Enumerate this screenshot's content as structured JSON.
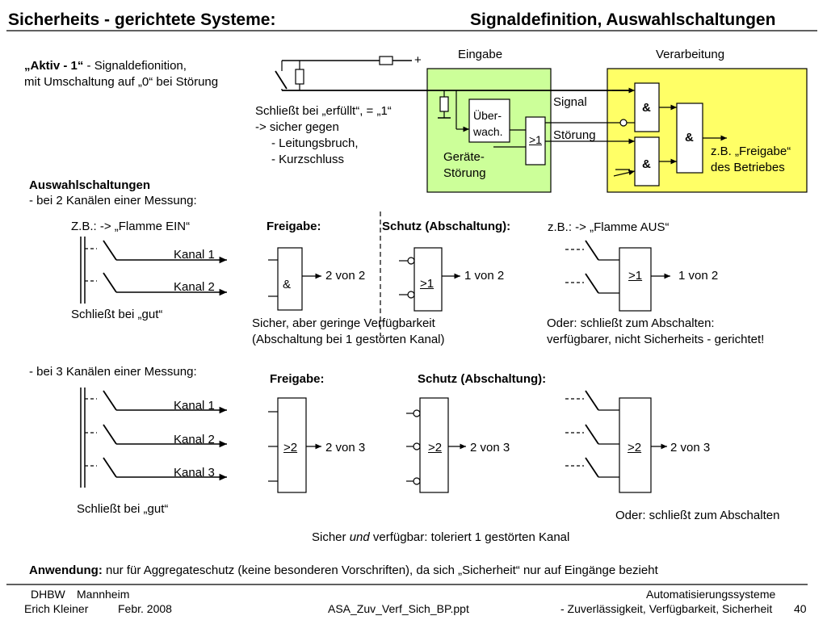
{
  "header": {
    "title_left": "Sicherheits - gerichtete Systeme:",
    "title_right": "Signaldefinition, Auswahlschaltungen"
  },
  "top": {
    "aktiv_bold": "„Aktiv - 1“",
    "aktiv_rest": " - Signaldefionition,",
    "aktiv_line2": "mit Umschaltung auf „0“ bei Störung",
    "plus": "+",
    "eingabe": "Eingabe",
    "verarbeitung": "Verarbeitung",
    "closes_line1": "Schließt bei „erfüllt“, = „1“",
    "closes_line2": "-> sicher gegen",
    "closes_line3": "- Leitungsbruch,",
    "closes_line4": "- Kurzschluss",
    "ueber1": "Über-",
    "ueber2": "wach.",
    "ge1": ">1",
    "geraete1": "Geräte-",
    "geraete2": "Störung",
    "signal": "Signal",
    "stoerung": "Störung",
    "and1": "&",
    "and2": "&",
    "and3": "&",
    "freigabe1": "z.B. „Freigabe“",
    "freigabe2": "des Betriebes"
  },
  "auswahl": {
    "title": "Auswahlschaltungen",
    "two_channels": "- bei 2 Kanälen einer Messung:",
    "example_on": "Z.B.: -> „Flamme EIN“",
    "kanal1": "Kanal 1",
    "kanal2": "Kanal 2",
    "schliesst_gut": "Schließt bei „gut“",
    "freigabe": "Freigabe:",
    "and_sym": "&",
    "zwei_von_zwei": "2 von 2",
    "schutz": "Schutz (Abschaltung):",
    "ge1": ">1",
    "eins_von_zwei": "1 von 2",
    "example_off": "z.B.: -> „Flamme AUS“",
    "ge1b": ">1",
    "eins_von_zwei_b": "1 von 2",
    "sicher_line1": "Sicher, aber geringe Verfügbarkeit",
    "sicher_line2": "(Abschaltung bei 1 gestörten Kanal)",
    "oder_line1": "Oder: schließt zum Abschalten:",
    "oder_line2": "verfügbarer, nicht Sicherheits - gerichtet!"
  },
  "three": {
    "three_channels": "- bei 3 Kanälen einer Messung:",
    "freigabe": "Freigabe:",
    "schutz": "Schutz (Abschaltung):",
    "kanal1": "Kanal 1",
    "kanal2": "Kanal 2",
    "kanal3": "Kanal 3",
    "ge2a": ">2",
    "zwei_von_drei_a": "2 von 3",
    "ge2b": ">2",
    "zwei_von_drei_b": "2 von 3",
    "ge2c": ">2",
    "zwei_von_drei_c": "2 von 3",
    "schliesst_gut": "Schließt bei „gut“",
    "oder": "Oder: schließt zum Abschalten",
    "sicher_pre": "Sicher ",
    "sicher_und": "und",
    "sicher_post": " verfügbar: toleriert 1 gestörten Kanal"
  },
  "anwendung": {
    "bold": "Anwendung:",
    "rest": " nur für Aggregateschutz (keine besonderen Vorschriften), da sich „Sicherheit“ nur auf Eingänge bezieht"
  },
  "footer": {
    "org": "DHBW",
    "city": "Mannheim",
    "author": "Erich Kleiner",
    "date": "Febr. 2008",
    "file": "ASA_Zuv_Verf_Sich_BP.ppt",
    "course": "Automatisierungssysteme",
    "topic": "- Zuverlässigkeit, Verfügbarkeit, Sicherheit",
    "page": "40"
  },
  "colors": {
    "green_box": "#ccff99",
    "yellow_box": "#ffff66"
  }
}
